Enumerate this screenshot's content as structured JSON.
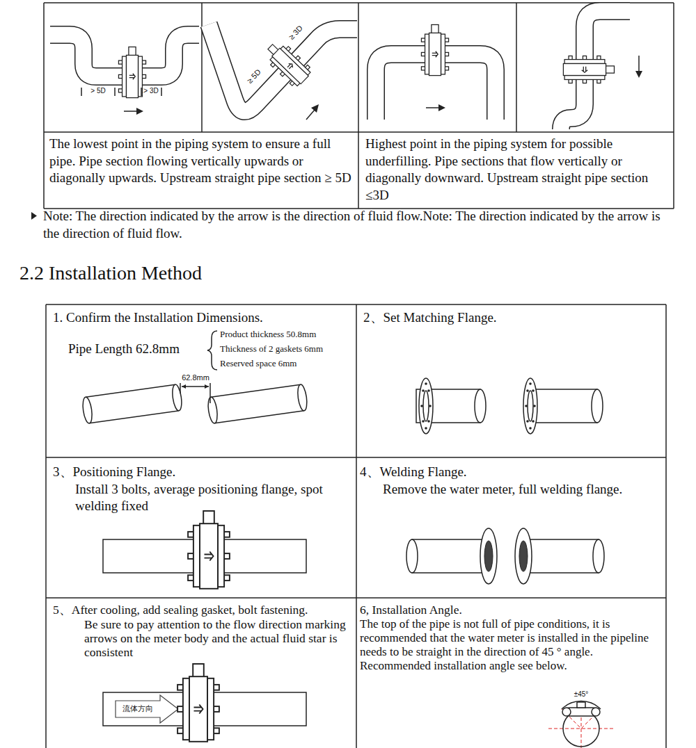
{
  "diagram": {
    "title": "2.2 Installation Method",
    "nodes": [
      {
        "text": [
          "The lowest point in the piping system to ensure a full pipe. Pipe section flowing vertically upwards or diagonally upwards. Upstream straight pipe section ≥ 5D"
        ]
      },
      {
        "text": [
          "Highest point in the piping system for possible underfilling. Pipe sections that flow vertically or diagonally downward. Upstream straight pipe section ≤3D"
        ]
      },
      {
        "text": [
          "1. Confirm the Installation Dimensions."
        ]
      },
      {
        "text": [
          "2、Set Matching Flange."
        ]
      },
      {
        "text": [
          "3、Positioning Flange.",
          "Install 3 bolts, average positioning flange, spot welding fixed"
        ]
      },
      {
        "text": [
          "4、Welding Flange.",
          "Remove the water meter, full welding flange."
        ]
      },
      {
        "text": [
          "5、After cooling, add sealing gasket, bolt fastening.",
          "Be sure to pay attention to the flow direction marking arrows on the meter body and the actual fluid star is consistent"
        ]
      },
      {
        "text": [
          "6, Installation Angle.",
          "The top of the pipe is not full of pipe conditions, it is recommended that the water meter is installed in the pipeline needs to be straight in the direction of 45 ° angle. Recommended installation angle see below."
        ]
      }
    ],
    "labels": [
      "> 5D",
      "> 3D",
      "≥ 5D",
      "≥ 3D",
      "Note: The direction indicated by the arrow is the direction of fluid flow.Note: The direction indicated by the arrow is the direction of fluid flow.",
      "Pipe Length 62.8mm",
      "Product thickness 50.8mm",
      "Thickness of 2 gaskets 6mm",
      "Reserved space 6mm",
      "62.8mm",
      "流体方向",
      "±45°"
    ]
  }
}
